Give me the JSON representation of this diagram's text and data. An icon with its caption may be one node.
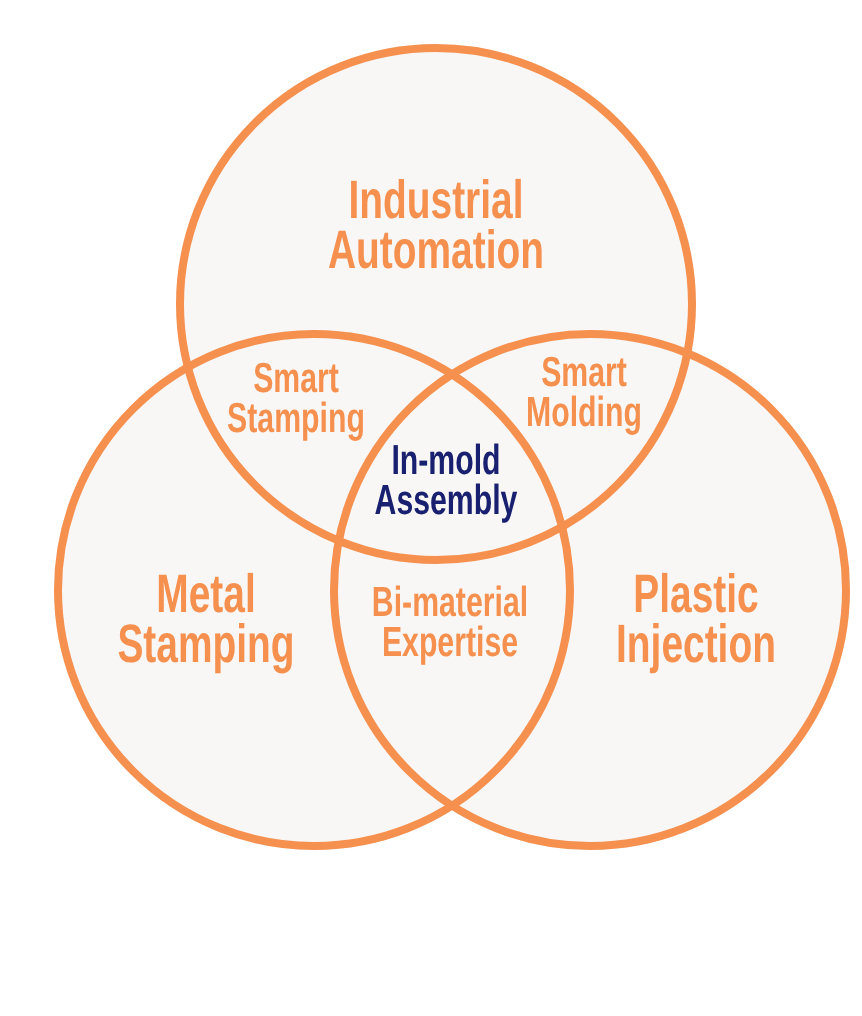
{
  "diagram": {
    "nodes": [
      {
        "text": [
          "Industrial Automation"
        ]
      },
      {
        "text": [
          "Metal Stamping"
        ]
      },
      {
        "text": [
          "Plastic Injection"
        ]
      }
    ],
    "labels": [
      "Smart Stamping",
      "Smart Molding",
      "In-mold Assembly",
      "Bi-material Expertise"
    ]
  }
}
